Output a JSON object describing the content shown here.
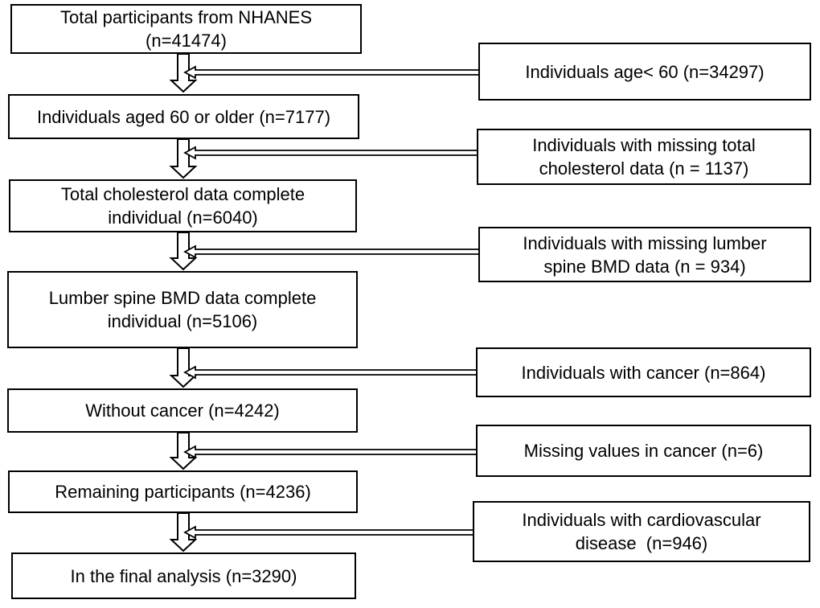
{
  "figure": {
    "type": "participant-flow-diagram",
    "background_color": "#ffffff",
    "box_border_color": "#000000",
    "text_color": "#000000"
  },
  "main_flow": [
    {
      "id": "nhanes-total",
      "lines": [
        "Total participants from NHANES",
        "(n=41474)"
      ]
    },
    {
      "id": "age-60-plus",
      "lines": [
        "Individuals aged 60 or older (n=7177)"
      ]
    },
    {
      "id": "cholesterol-complete",
      "lines": [
        "Total cholesterol data complete",
        "individual (n=6040)"
      ]
    },
    {
      "id": "bmd-complete",
      "lines": [
        "Lumber spine BMD data complete",
        "individual (n=5106)"
      ]
    },
    {
      "id": "without-cancer",
      "lines": [
        "Without cancer (n=4242)"
      ]
    },
    {
      "id": "remaining-participants",
      "lines": [
        "Remaining participants (n=4236)"
      ]
    },
    {
      "id": "final-analysis",
      "lines": [
        "In the final analysis (n=3290)"
      ]
    }
  ],
  "exclusions": [
    {
      "id": "age-under-60",
      "lines": [
        "Individuals age< 60 (n=34297)"
      ]
    },
    {
      "id": "missing-cholesterol",
      "lines": [
        "Individuals with missing total",
        "cholesterol data (n = 1137)"
      ]
    },
    {
      "id": "missing-bmd",
      "lines": [
        "Individuals with missing lumber",
        "spine BMD data (n = 934)"
      ]
    },
    {
      "id": "cancer",
      "lines": [
        "Individuals with cancer (n=864)"
      ]
    },
    {
      "id": "missing-cancer-values",
      "lines": [
        "Missing values in cancer (n=6)"
      ]
    },
    {
      "id": "cardiovascular",
      "lines": [
        "Individuals with cardiovascular",
        "disease  (n=946)"
      ]
    }
  ]
}
